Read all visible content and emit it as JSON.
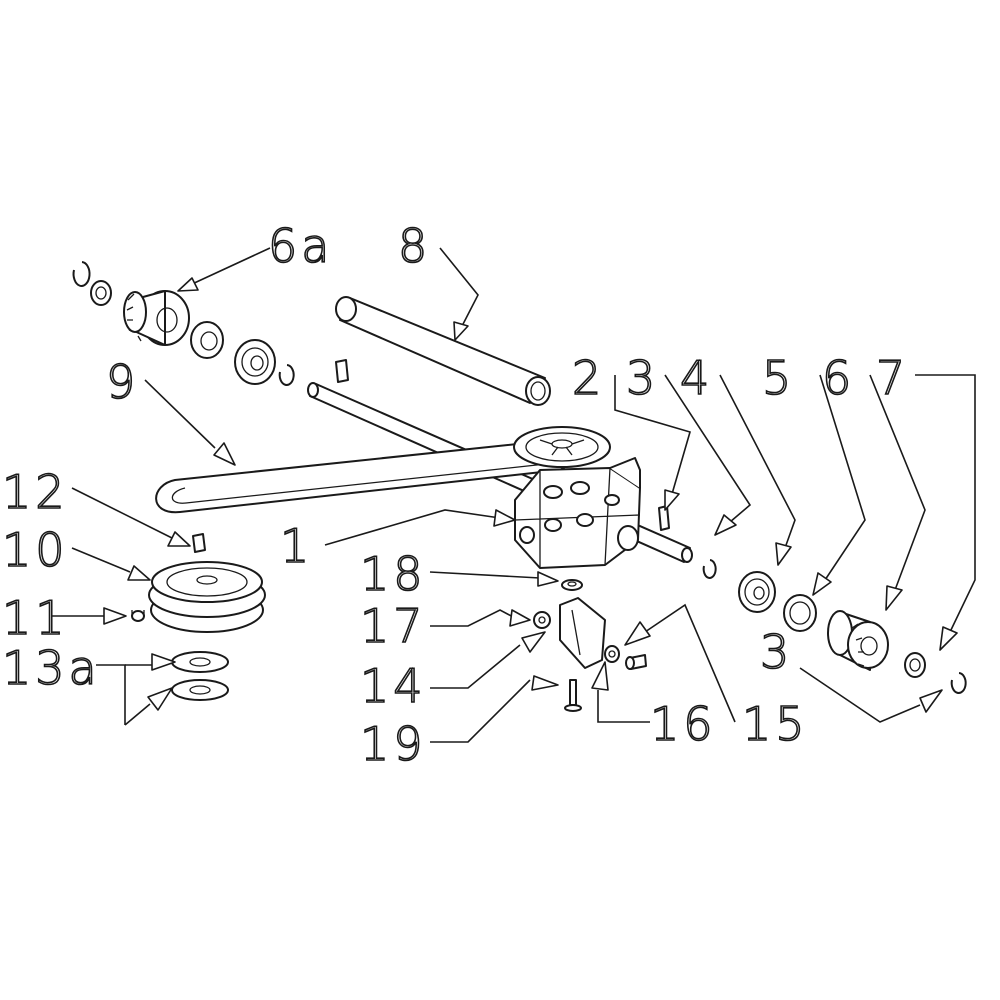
{
  "callouts": [
    {
      "id": "6a",
      "label": "6a"
    },
    {
      "id": "8",
      "label": "8"
    },
    {
      "id": "9",
      "label": "9"
    },
    {
      "id": "2",
      "label": "2"
    },
    {
      "id": "3top",
      "label": "3"
    },
    {
      "id": "4",
      "label": "4"
    },
    {
      "id": "5",
      "label": "5"
    },
    {
      "id": "6",
      "label": "6"
    },
    {
      "id": "7",
      "label": "7"
    },
    {
      "id": "12",
      "label": "12"
    },
    {
      "id": "10",
      "label": "10"
    },
    {
      "id": "1",
      "label": "1"
    },
    {
      "id": "18",
      "label": "18"
    },
    {
      "id": "11",
      "label": "11"
    },
    {
      "id": "17",
      "label": "17"
    },
    {
      "id": "3bottom",
      "label": "3"
    },
    {
      "id": "13a",
      "label": "13a"
    },
    {
      "id": "14",
      "label": "14"
    },
    {
      "id": "16",
      "label": "16"
    },
    {
      "id": "15",
      "label": "15"
    },
    {
      "id": "19",
      "label": "19"
    }
  ]
}
